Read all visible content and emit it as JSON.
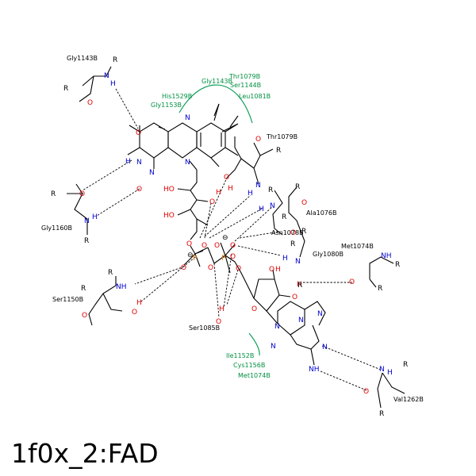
{
  "caption": "1f0x_2:FAD",
  "residues": [
    {
      "id": "gly1143b-top",
      "text": "Gly1143B"
    },
    {
      "id": "gly1160b",
      "text": "Gly1160B"
    },
    {
      "id": "ser1150b",
      "text": "Ser1150B"
    },
    {
      "id": "ser1085b",
      "text": "Ser1085B"
    },
    {
      "id": "thr1079b-right",
      "text": "Thr1079B"
    },
    {
      "id": "ala1076b",
      "text": "Ala1076B"
    },
    {
      "id": "asn1078b",
      "text": "Asn1078B"
    },
    {
      "id": "gly1080b",
      "text": "Gly1080B"
    },
    {
      "id": "met1074b-right",
      "text": "Met1074B"
    },
    {
      "id": "val1262b",
      "text": "Val1262B"
    }
  ],
  "hydrophobic_contacts": [
    {
      "id": "his1529b",
      "text": "His1529B"
    },
    {
      "id": "gly1153b",
      "text": "Gly1153B"
    },
    {
      "id": "gly1143b-arc",
      "text": "Gly1143B"
    },
    {
      "id": "thr1079b-arc",
      "text": "Thr1079B"
    },
    {
      "id": "ser1144b",
      "text": "Ser1144B"
    },
    {
      "id": "leu1081b",
      "text": "Leu1081B"
    },
    {
      "id": "ile1152b",
      "text": "Ile1152B"
    },
    {
      "id": "cys1156b",
      "text": "Cys1156B"
    },
    {
      "id": "met1074b-arc",
      "text": "Met1074B"
    }
  ],
  "atoms": {
    "oxygen": "O",
    "nitrogen": "N",
    "hydrogen": "H",
    "phosphorus": "P",
    "rest": "R",
    "hydroxyl": "HO",
    "amine": "NH",
    "charge": "⊖"
  },
  "colors": {
    "oxygen": "#e00000",
    "nitrogen": "#0000d0",
    "phosphorus": "#e07000",
    "hydrophobic": "#009a50",
    "bond": "#000000"
  }
}
